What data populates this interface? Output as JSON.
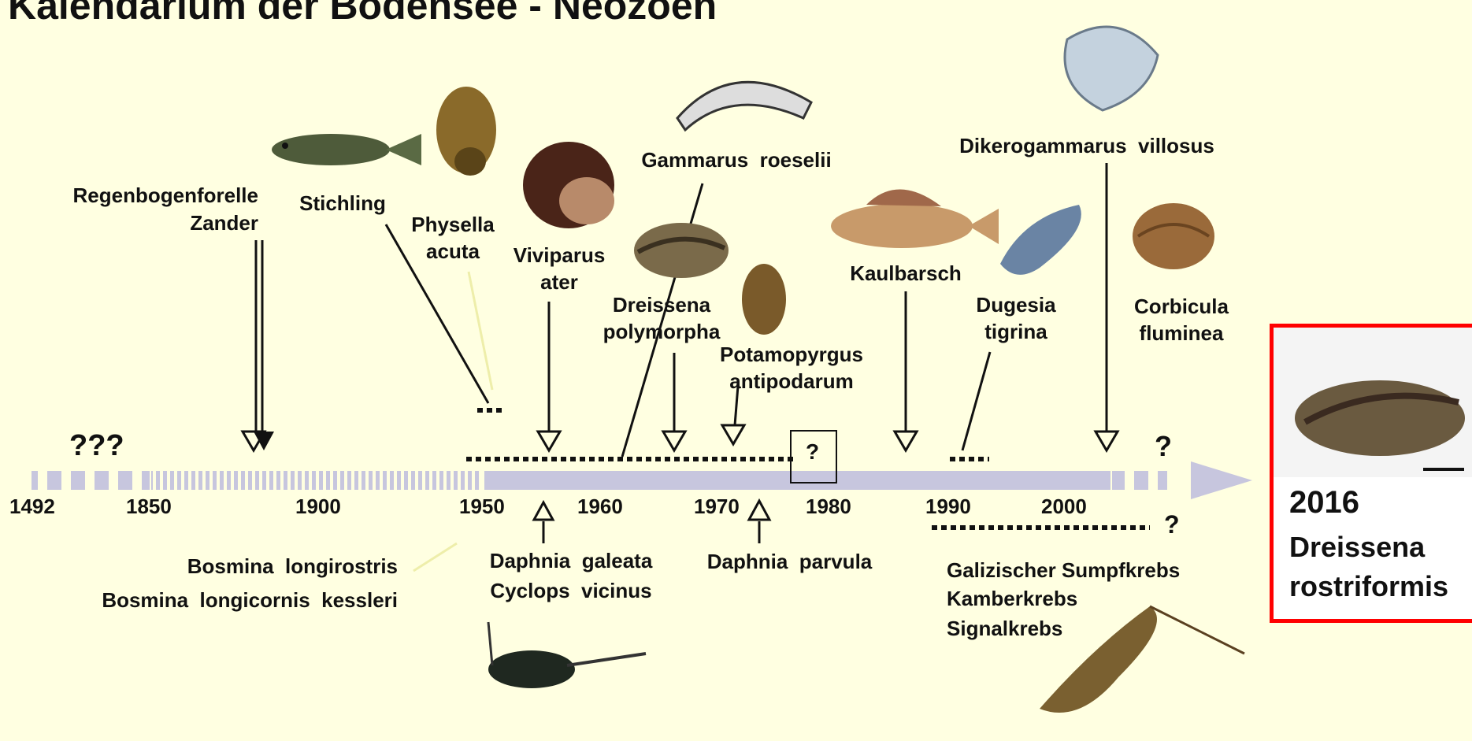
{
  "title": "Kalendarium der Bodensee - Neozoen",
  "timeline": {
    "years": [
      "1492",
      "1850",
      "1900",
      "1950",
      "1960",
      "1970",
      "1980",
      "1990",
      "2000"
    ],
    "question_marks": {
      "left": "???",
      "mid": "?",
      "right_top": "?",
      "right_bottom": "?"
    }
  },
  "species_above": {
    "regenbogenforelle": "Regenbogenforelle",
    "zander": "Zander",
    "stichling": "Stichling",
    "physella": "Physella\nacuta",
    "viviparus": "Viviparus\nater",
    "gammarus_roeselii": "Gammarus  roeselii",
    "dreissena_polymorpha": "Dreissena\npolymorpha",
    "potamopyrgus": "Potamopyrgus\nantipodarum",
    "kaulbarsch": "Kaulbarsch",
    "dikerogammarus": "Dikerogammarus  villosus",
    "dugesia": "Dugesia\ntigrina",
    "corbicula": "Corbicula\nfluminea"
  },
  "species_below": {
    "bosmina_longirostris": "Bosmina  longirostris",
    "bosmina_longicornis": "Bosmina  longicornis  kessleri",
    "daphnia_galeata": "Daphnia  galeata",
    "cyclops_vicinus": "Cyclops  vicinus",
    "daphnia_parvula": "Daphnia  parvula",
    "krebse": [
      "Galizischer Sumpfkrebs",
      "Kamberkrebs",
      "Signalkrebs"
    ]
  },
  "highlight": {
    "year": "2016",
    "species": "Dreissena\nrostriformis"
  },
  "colors": {
    "background": "#ffffe1",
    "timeline": "#c7c6de",
    "highlight_border": "#ff0000"
  }
}
